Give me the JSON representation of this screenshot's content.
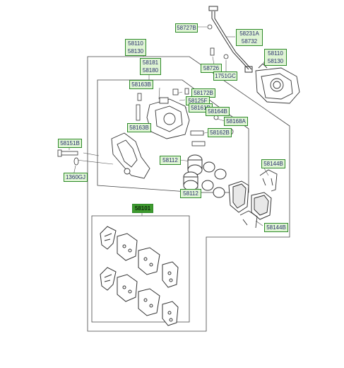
{
  "labels": {
    "l58727B": "58727B",
    "l58231A": "58231A",
    "l58732": "58732",
    "l58110_top": "58110",
    "l58130_top": "58130",
    "l58110_right": "58110",
    "l58130_right": "58130",
    "l58726": "58726",
    "l1751GC": "1751GC",
    "l58181": "58181",
    "l58180": "58180",
    "l58163B_a": "58163B",
    "l58172B": "58172B",
    "l58125F": "58125F",
    "l58161B": "58161B",
    "l58164B": "58164B",
    "l58168A": "58168A",
    "l58163B_b": "58163B",
    "l58162B": "58162B",
    "l58151B": "58151B",
    "l58112_a": "58112",
    "l58144B_a": "58144B",
    "l1360GJ": "1360GJ",
    "l58112_b": "58112",
    "l58101": "58101",
    "l58144B_b": "58144B"
  },
  "colors": {
    "label_fill": "#dff5d4",
    "label_border": "#2f8a2a",
    "label_text": "#2a2f6e",
    "highlight_fill": "#3f9b2f",
    "line": "#444444"
  }
}
